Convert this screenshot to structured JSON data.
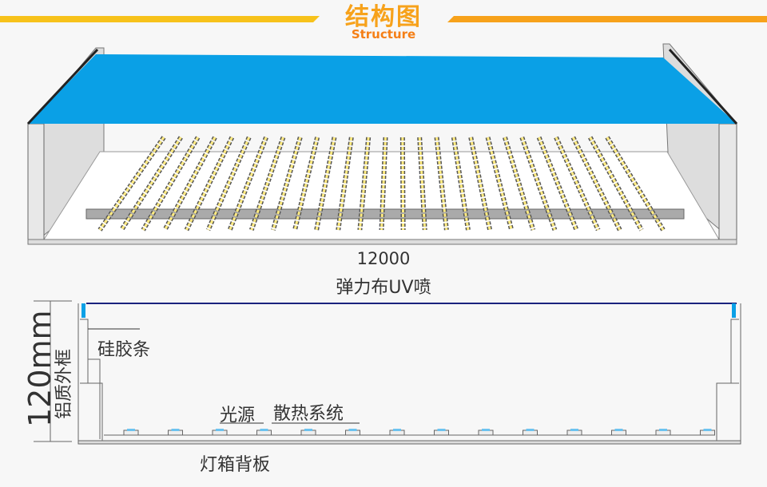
{
  "header": {
    "title": "结构图",
    "subtitle": "Structure"
  },
  "top_view": {
    "dimension": "12000",
    "fabric_label": "弹力布UV喷"
  },
  "section": {
    "height_label": "120mm",
    "frame_label": "铝质外框",
    "silicone_label": "硅胶条",
    "light_label": "光源",
    "heat_label": "散热系统",
    "backplate_label": "灯箱背板"
  },
  "colors": {
    "accent": "#f7a21b",
    "fabric": "#0aa0e6",
    "strip_line": "#1a237e"
  }
}
